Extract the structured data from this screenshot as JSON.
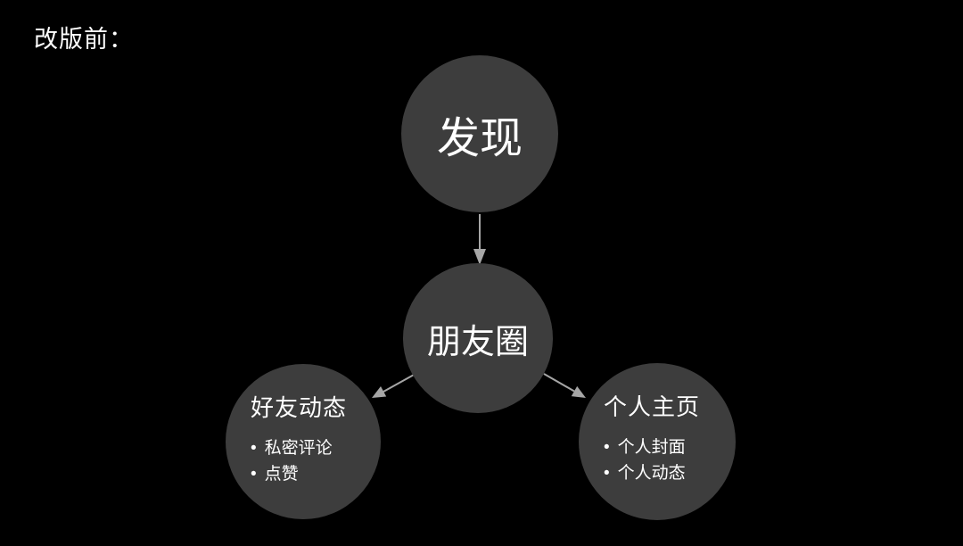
{
  "slide": {
    "label": "改版前："
  },
  "colors": {
    "background": "#000000",
    "circle_fill": "#3d3d3d",
    "arrow": "#a6a6a6",
    "text": "#ffffff"
  },
  "list": {
    "marker": "•"
  },
  "nodes": {
    "discover": {
      "title": "发现"
    },
    "moments": {
      "title": "朋友圈"
    },
    "friend_feed": {
      "title": "好友动态",
      "bullets": [
        "私密评论",
        "点赞"
      ]
    },
    "profile": {
      "title": "个人主页",
      "bullets": [
        "个人封面",
        "个人动态"
      ]
    }
  },
  "edges": [
    {
      "from": "发现",
      "to": "朋友圈"
    },
    {
      "from": "朋友圈",
      "to": "好友动态"
    },
    {
      "from": "朋友圈",
      "to": "个人主页"
    }
  ]
}
